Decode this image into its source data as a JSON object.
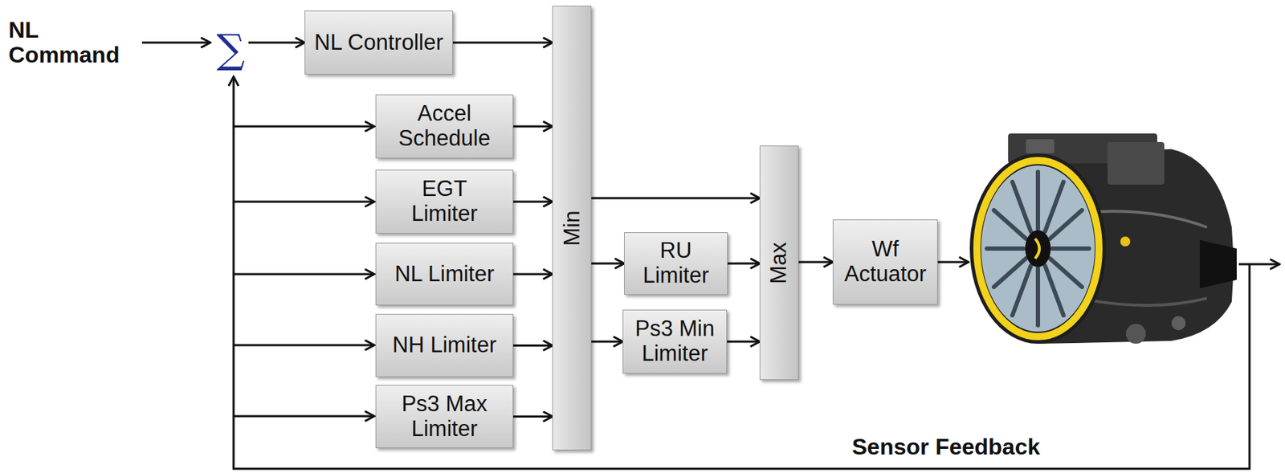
{
  "diagram": {
    "nodes": [
      {
        "text": [
          "∑"
        ]
      },
      {
        "text": [
          "NL Controller"
        ]
      },
      {
        "text": [
          "Accel Schedule"
        ]
      },
      {
        "text": [
          "EGT Limiter"
        ]
      },
      {
        "text": [
          "NL Limiter"
        ]
      },
      {
        "text": [
          "NH Limiter"
        ]
      },
      {
        "text": [
          "Ps3 Max Limiter"
        ]
      },
      {
        "text": [
          "Min"
        ]
      },
      {
        "text": [
          "RU Limiter"
        ]
      },
      {
        "text": [
          "Ps3 Min Limiter"
        ]
      },
      {
        "text": [
          "Max"
        ]
      },
      {
        "text": [
          "Wf Actuator"
        ]
      }
    ],
    "edges": [
      {
        "from": 0,
        "to": 1,
        "arrow": "to"
      },
      {
        "from": 1,
        "to": 7,
        "arrow": "to"
      },
      {
        "from": 2,
        "to": 7,
        "arrow": "to"
      },
      {
        "from": 3,
        "to": 7,
        "arrow": "to"
      },
      {
        "from": 4,
        "to": 7,
        "arrow": "to"
      },
      {
        "from": 5,
        "to": 7,
        "arrow": "to"
      },
      {
        "from": 6,
        "to": 7,
        "arrow": "to"
      },
      {
        "from": 7,
        "to": 10,
        "arrow": "to"
      },
      {
        "from": 7,
        "to": 8,
        "arrow": "to"
      },
      {
        "from": 7,
        "to": 9,
        "arrow": "to"
      },
      {
        "from": 8,
        "to": 10,
        "arrow": "to"
      },
      {
        "from": 9,
        "to": 10,
        "arrow": "to"
      },
      {
        "from": 10,
        "to": 11,
        "arrow": "to"
      }
    ],
    "labels": [
      "NL Command",
      "Sensor Feedback"
    ]
  }
}
